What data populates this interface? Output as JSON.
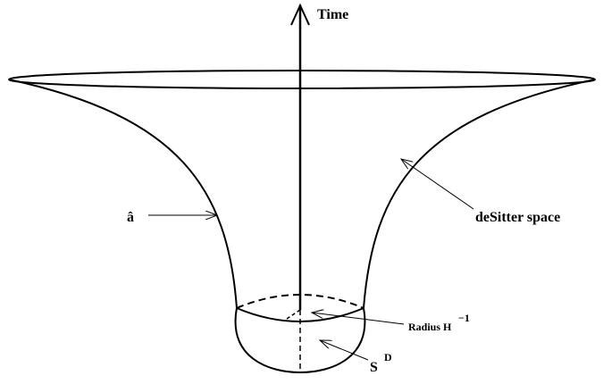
{
  "labels": {
    "time": "Time",
    "desitter": "deSitter space",
    "a_hat": "â",
    "radius": "Radius H",
    "radius_exp": "−1",
    "sphere": "S",
    "sphere_exp": "D"
  },
  "colors": {
    "stroke": "#000000",
    "background": "#ffffff"
  }
}
